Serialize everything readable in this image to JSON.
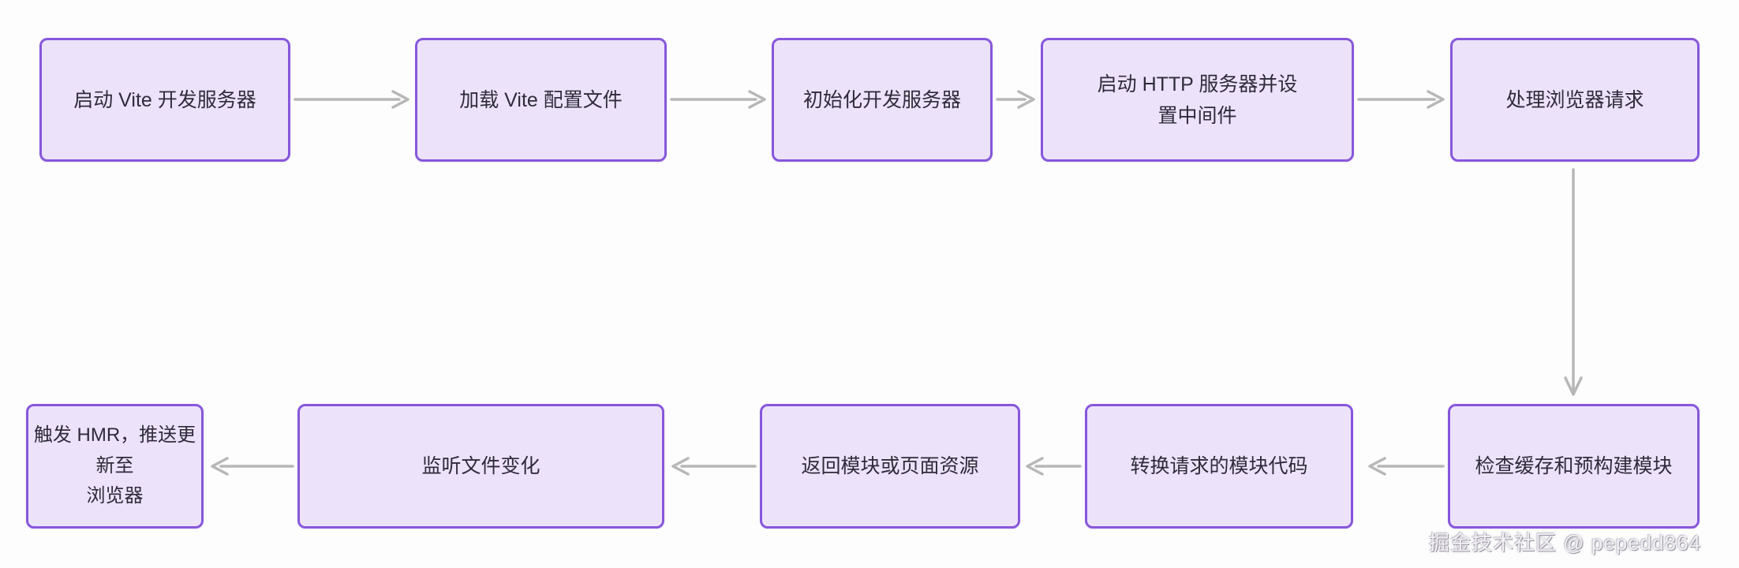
{
  "diagram": {
    "type": "flowchart",
    "colors": {
      "background": "#fdfdfd",
      "node_fill": "#ece3fb",
      "node_border": "#8757db",
      "node_text": "#2f2b3a",
      "arrow": "#b7b7b7"
    },
    "top_row": [
      {
        "label": "启动 Vite 开发服务器"
      },
      {
        "label": "加载 Vite 配置文件"
      },
      {
        "label": "初始化开发服务器"
      },
      {
        "label": "启动 HTTP 服务器并设\n置中间件"
      },
      {
        "label": "处理浏览器请求"
      }
    ],
    "bottom_row": [
      {
        "label": "触发 HMR，推送更新至\n浏览器"
      },
      {
        "label": "监听文件变化"
      },
      {
        "label": "返回模块或页面资源"
      },
      {
        "label": "转换请求的模块代码"
      },
      {
        "label": "检查缓存和预构建模块"
      }
    ],
    "flow_note": "top row flows left-to-right, then down at right edge, bottom row flows right-to-left",
    "watermark": "掘金技术社区 @ pepedd864"
  }
}
